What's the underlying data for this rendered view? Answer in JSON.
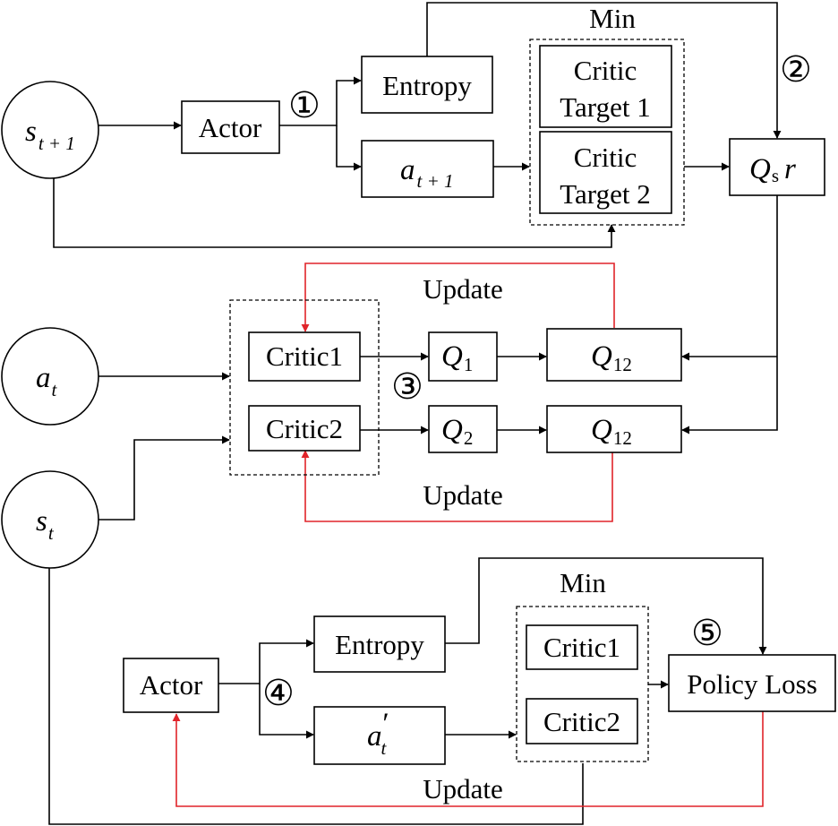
{
  "labels": {
    "min": "Min",
    "update": "Update",
    "actor": "Actor",
    "entropy": "Entropy",
    "critic": "Critic",
    "target_1": "Target 1",
    "target_2": "Target 2",
    "critic1": "Critic1",
    "critic2": "Critic2",
    "policy_loss": "Policy Loss"
  },
  "symbols": {
    "s": "s",
    "a": "a",
    "Q": "Q",
    "r": "r",
    "sub_t1": "t + 1",
    "sub_t": "t",
    "sub_s": "s",
    "sub_1": "1",
    "sub_2": "2",
    "sub_12": "12",
    "prime": "′"
  },
  "steps": [
    "①",
    "②",
    "③",
    "④",
    "⑤"
  ],
  "colors": {
    "update_arrow": "#e0242a",
    "line": "#000000"
  }
}
